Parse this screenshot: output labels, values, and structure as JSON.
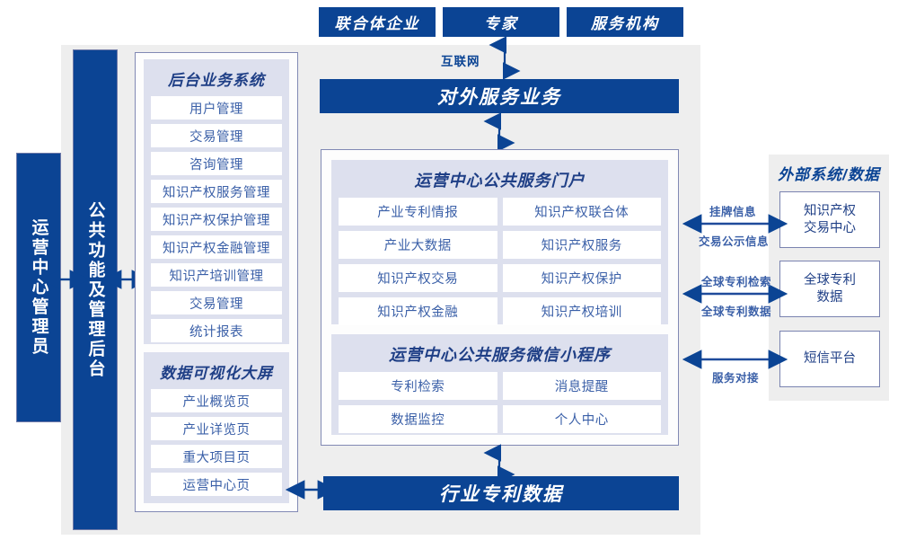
{
  "top_actors": [
    {
      "label": "联合体企业"
    },
    {
      "label": "专家"
    },
    {
      "label": "服务机构"
    }
  ],
  "network": {
    "label": "互联网"
  },
  "external_service": {
    "label": "对外服务业务"
  },
  "left_roles": [
    {
      "label": "运营中心管理员"
    },
    {
      "label": "公共功能及管理后台"
    }
  ],
  "backoffice": {
    "title": "后台业务系统",
    "items": [
      {
        "label": "用户管理"
      },
      {
        "label": "交易管理"
      },
      {
        "label": "咨询管理"
      },
      {
        "label": "知识产权服务管理"
      },
      {
        "label": "知识产权保护管理"
      },
      {
        "label": "知识产权金融管理"
      },
      {
        "label": "知识产培训管理"
      },
      {
        "label": "交易管理"
      },
      {
        "label": "统计报表"
      }
    ]
  },
  "dataviz": {
    "title": "数据可视化大屏",
    "items": [
      {
        "label": "产业概览页"
      },
      {
        "label": "产业详览页"
      },
      {
        "label": "重大项目页"
      },
      {
        "label": "运营中心页"
      }
    ]
  },
  "portal": {
    "title": "运营中心公共服务门户",
    "items": [
      {
        "label": "产业专利情报"
      },
      {
        "label": "知识产权联合体"
      },
      {
        "label": "产业大数据"
      },
      {
        "label": "知识产权服务"
      },
      {
        "label": "知识产权交易"
      },
      {
        "label": "知识产权保护"
      },
      {
        "label": "知识产权金融"
      },
      {
        "label": "知识产权培训"
      }
    ]
  },
  "miniprogram": {
    "title": "运营中心公共服务微信小程序",
    "items": [
      {
        "label": "专利检索"
      },
      {
        "label": "消息提醒"
      },
      {
        "label": "数据监控"
      },
      {
        "label": "个人中心"
      }
    ]
  },
  "industry_data": {
    "label": "行业专利数据"
  },
  "external": {
    "title": "外部系统/数据",
    "boxes": [
      {
        "label": "知识产权\n交易中心"
      },
      {
        "label": "全球专利\n数据"
      },
      {
        "label": "短信平台"
      }
    ],
    "connector_labels": [
      {
        "label": "挂牌信息"
      },
      {
        "label": "交易公示信息"
      },
      {
        "label": "全球专利检索"
      },
      {
        "label": "全球专利数据"
      },
      {
        "label": "服务对接"
      }
    ]
  },
  "colors": {
    "brand_blue": "#0b4494",
    "panel_gray": "#eeeeee",
    "group_lavender": "#dde0ee",
    "text_blue": "#3b60a8",
    "border_blue_gray": "#7a83b0"
  }
}
